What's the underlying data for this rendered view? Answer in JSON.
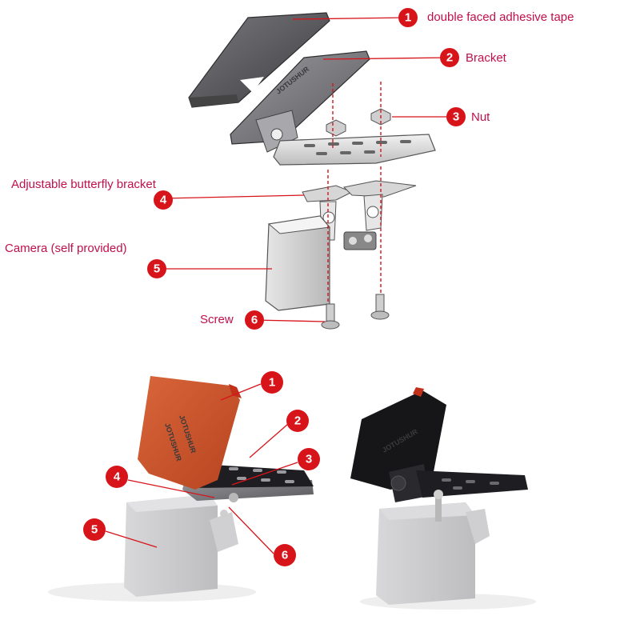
{
  "callouts": [
    {
      "number": "1",
      "label": "double faced adhesive tape"
    },
    {
      "number": "2",
      "label": "Bracket"
    },
    {
      "number": "3",
      "label": "Nut"
    },
    {
      "number": "4",
      "label": "Adjustable butterfly bracket"
    },
    {
      "number": "5",
      "label": "Camera (self provided)"
    },
    {
      "number": "6",
      "label": "Screw"
    }
  ],
  "photo_callouts": [
    "1",
    "2",
    "3",
    "4",
    "5",
    "6"
  ],
  "product_marking": "JOTUSHUR",
  "colors": {
    "callout_red": "#d7141a",
    "label_text": "#c0104a",
    "line_red": "#d7141a",
    "adhesive_orange": "#c8532a",
    "bracket_black": "#1e1e22",
    "camera_gray": "#cfcfd1"
  }
}
